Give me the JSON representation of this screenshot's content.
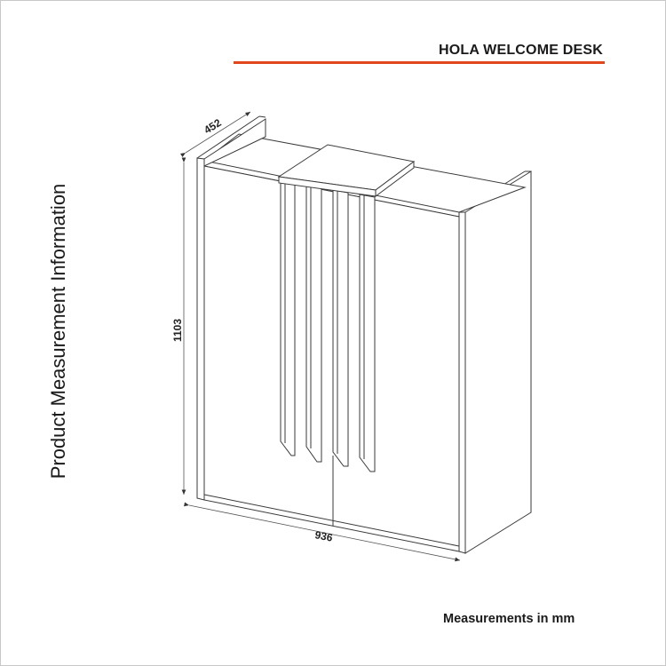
{
  "header": {
    "title": "HOLA WELCOME DESK",
    "accent_color": "#e2461c"
  },
  "side_title": "Product Measurement Information",
  "dimensions": {
    "depth": "452",
    "height": "1103",
    "width": "936"
  },
  "footer": {
    "units_note": "Measurements in mm"
  }
}
